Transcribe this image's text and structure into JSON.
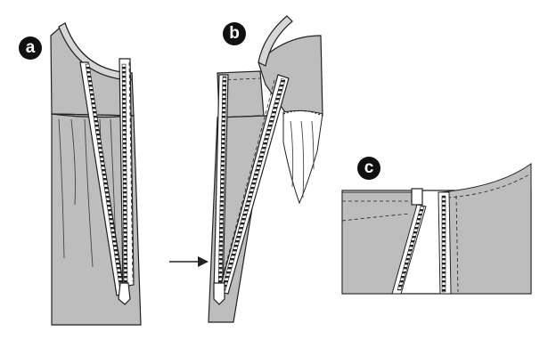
{
  "panels": [
    {
      "id": "a",
      "label": "a"
    },
    {
      "id": "b",
      "label": "b"
    },
    {
      "id": "c",
      "label": "c"
    }
  ],
  "colors": {
    "fabric": "#bdbdbd",
    "fabric_dark": "#a8a8a8",
    "tape": "#ffffff",
    "line": "#222222",
    "background": "#ffffff"
  },
  "icons": [
    "arrow-right-icon"
  ]
}
